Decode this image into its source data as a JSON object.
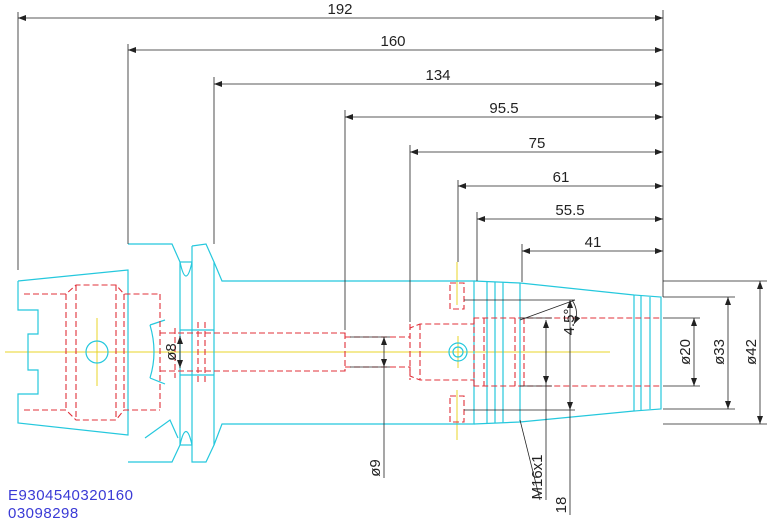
{
  "colors": {
    "outline": "#25c8dd",
    "hidden": "#e0303a",
    "dimension": "#222222",
    "centerline": "#e8d428",
    "id_text": "#3a3ad6",
    "background": "#ffffff"
  },
  "dimensions": {
    "length_192": "192",
    "length_160": "160",
    "length_134": "134",
    "length_95_5": "95.5",
    "length_75": "75",
    "length_61": "61",
    "length_55_5": "55.5",
    "length_41": "41",
    "dia_8": "ø8",
    "dia_9": "ø9",
    "dia_20": "ø20",
    "dia_33": "ø33",
    "dia_42": "ø42",
    "angle_4_5": "4.5°",
    "thread_m16": "M16x1",
    "size_18": "18"
  },
  "part_id": {
    "line1": "E9304540320160",
    "line2": "03098298"
  }
}
